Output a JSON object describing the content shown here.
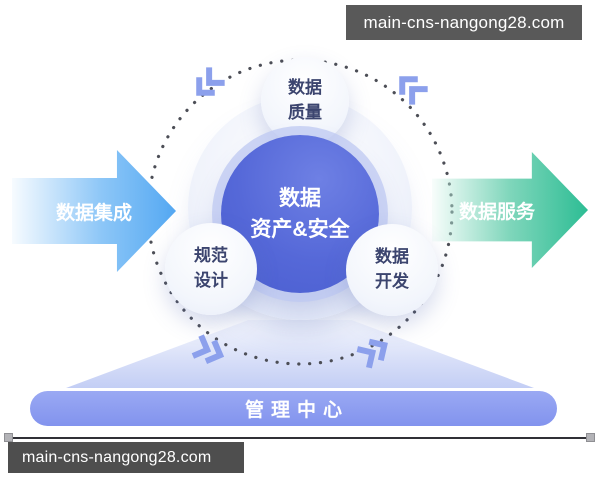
{
  "watermark": {
    "top_label": "main-cns-nangong28.com",
    "bottom_label": "main-cns-nangong28.com"
  },
  "diagram": {
    "center": {
      "line1": "数据",
      "line2": "资产&安全"
    },
    "satellites": {
      "quality": {
        "line1": "数据",
        "line2": "质量"
      },
      "design": {
        "line1": "规范",
        "line2": "设计"
      },
      "develop": {
        "line1": "数据",
        "line2": "开发"
      }
    },
    "left_arrow": {
      "label": "数据集成"
    },
    "right_arrow": {
      "label": "数据服务"
    },
    "bottom_bar": {
      "label": "管理中心"
    },
    "icons": {
      "orbit": "dashed-orbit-circle",
      "chevrons": "rotation-chevron-icon"
    },
    "colors": {
      "integration_blue": "#54a8f2",
      "service_green": "#2dbd94",
      "core_blue": "#5568d8",
      "core_ring": "#bec8f2",
      "management_periwinkle": "#8a9bf0",
      "chevron_blue": "#8ca0ec",
      "orbit_dot": "#4c4e56",
      "watermark_gray": "#595959"
    }
  }
}
